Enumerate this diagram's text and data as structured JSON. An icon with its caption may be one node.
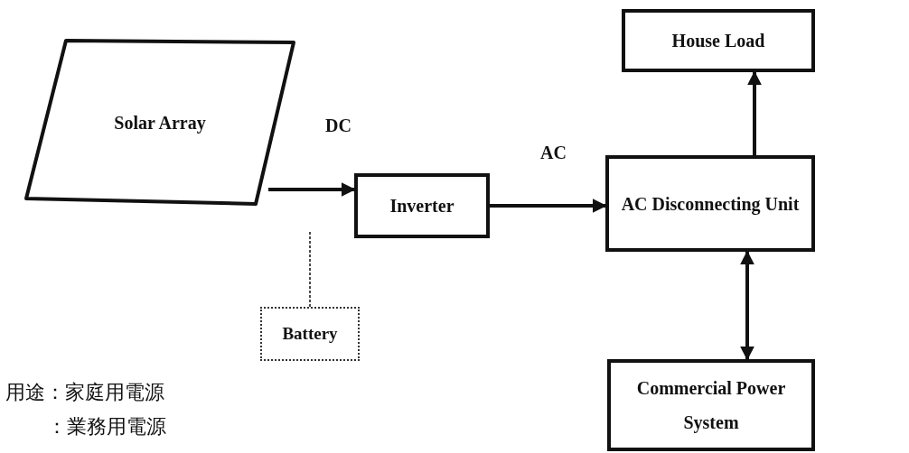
{
  "diagram": {
    "nodes": [
      {
        "text": [
          "Solar Array"
        ]
      },
      {
        "text": [
          "Inverter"
        ]
      },
      {
        "text": [
          "House Load"
        ]
      },
      {
        "text": [
          "AC Disconnecting Unit"
        ]
      },
      {
        "text": [
          "Commercial Power System"
        ]
      },
      {
        "text": [
          "Battery"
        ]
      }
    ],
    "edges": [
      {
        "from": 0,
        "to": 1,
        "arrow": "to"
      },
      {
        "from": 1,
        "to": 3,
        "arrow": "to"
      },
      {
        "from": 3,
        "to": 2,
        "arrow": "to"
      },
      {
        "from": 3,
        "to": 4,
        "arrow": "both"
      },
      {
        "from": 5,
        "to": null,
        "arrow": "none",
        "style": "dashed"
      }
    ],
    "labels": [
      "DC",
      "AC",
      "用途：家庭用電源",
      "：業務用電源"
    ]
  }
}
